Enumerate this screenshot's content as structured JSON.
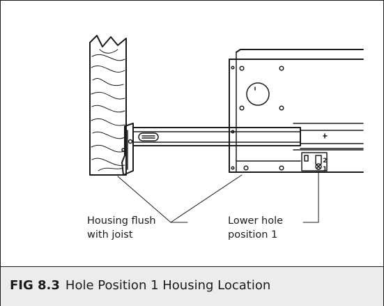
{
  "figure": {
    "number": "FIG 8.3",
    "title": "Hole Position 1 Housing Location"
  },
  "callouts": {
    "housing_flush": {
      "line1": "Housing flush",
      "line2": "with joist"
    },
    "lower_hole": {
      "line1": "Lower hole",
      "line2": "position 1"
    }
  },
  "bracket_marks": {
    "upper": "2",
    "lower": "1"
  },
  "colors": {
    "ink": "#1a1a1a",
    "caption_background": "#ececec"
  }
}
